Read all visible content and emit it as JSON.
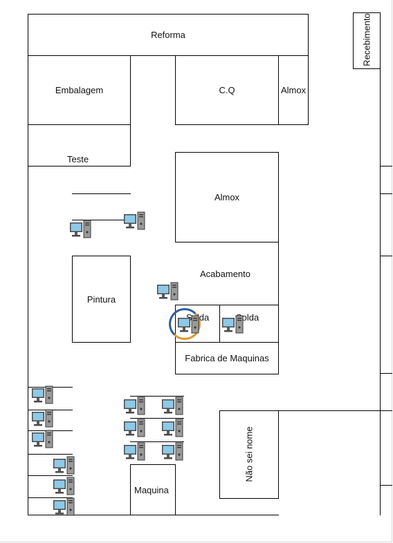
{
  "rooms": {
    "reforma": "Reforma",
    "embalagem": "Embalagem",
    "cq": "C.Q",
    "almox_top": "Almox",
    "recebimento": "Recebimento",
    "teste": "Teste",
    "almox_center": "Almox",
    "acabamento": "Acabamento",
    "pintura": "Pintura",
    "solda_left": "Solda",
    "solda_right": "Solda",
    "fabrica": "Fabrica de Maquinas",
    "nao_sei": "Não sei nome",
    "maquina": "Maquina"
  },
  "icons": {
    "computer": "desktop-computer-icon",
    "highlight": "selection-ring-icon"
  },
  "colors": {
    "wall": "#000000",
    "monitor_screen": "#8ec9e8",
    "monitor_frame": "#4a4a4a",
    "tower": "#9a9a9a",
    "ring_blue": "#2f5d9a",
    "ring_orange": "#d99a2b"
  }
}
